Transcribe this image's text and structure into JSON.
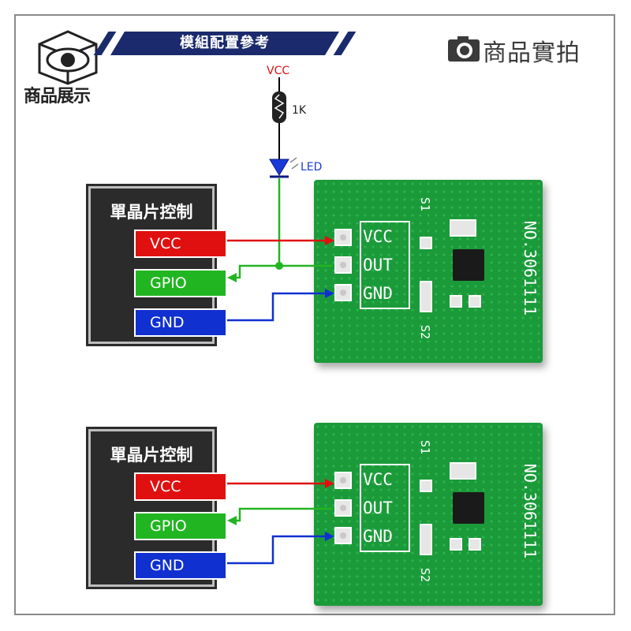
{
  "banner": {
    "title": "模組配置參考"
  },
  "corner_logo": {
    "text": "商品展示",
    "icon": "eye-box-icon"
  },
  "photo_label": {
    "text": "商品實拍",
    "icon": "camera-icon"
  },
  "schematic": {
    "vcc": "VCC",
    "resistor": "1K",
    "led": "LED"
  },
  "modules": [
    {
      "mcu_title": "單晶片控制",
      "mcu_pins": [
        "VCC",
        "GPIO",
        "GND"
      ],
      "board_pins": [
        "VCC",
        "OUT",
        "GND"
      ],
      "board_serial": "NO.3061111",
      "silk_s1": "S1",
      "silk_s2": "S2"
    },
    {
      "mcu_title": "單晶片控制",
      "mcu_pins": [
        "VCC",
        "GPIO",
        "GND"
      ],
      "board_pins": [
        "VCC",
        "OUT",
        "GND"
      ],
      "board_serial": "NO.3061111",
      "silk_s1": "S1",
      "silk_s2": "S2"
    }
  ],
  "colors": {
    "vcc": "#e01010",
    "gpio": "#22b522",
    "gnd": "#1030d0",
    "banner": "#1a2a6c",
    "pcb": "#1b9a3a"
  }
}
